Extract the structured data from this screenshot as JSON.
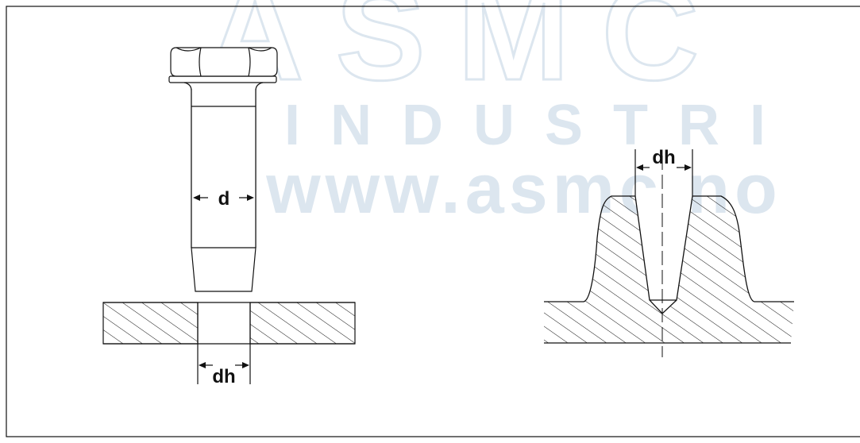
{
  "watermark": {
    "line1": "ASMC",
    "line2": "INDUSTRI",
    "line3": "www.asmc.no",
    "color": "#dce6ef"
  },
  "labels": {
    "bolt_diameter": "d",
    "plate_hole_diameter": "dh",
    "boss_hole_diameter": "dh"
  },
  "colors": {
    "line": "#111111",
    "background": "#ffffff"
  }
}
